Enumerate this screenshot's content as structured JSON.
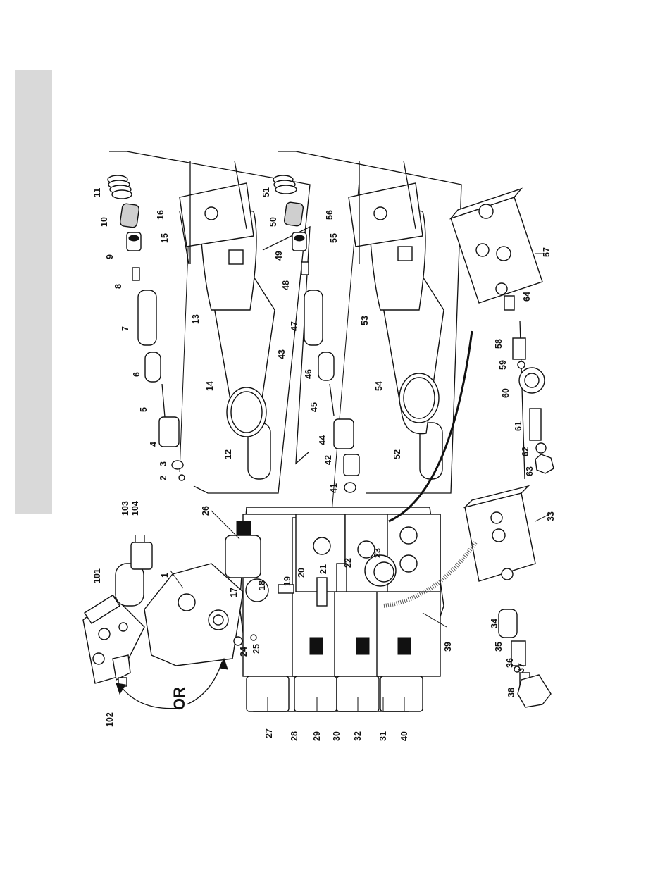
{
  "labels": {
    "p1": "1",
    "p2": "2",
    "p3": "3",
    "p4": "4",
    "p5": "5",
    "p6": "6",
    "p7": "7",
    "p8": "8",
    "p9": "9",
    "p10": "10",
    "p11": "11",
    "p12": "12",
    "p13": "13",
    "p14": "14",
    "p15": "15",
    "p16": "16",
    "p17": "17",
    "p18": "18",
    "p19": "19",
    "p20": "20",
    "p21": "21",
    "p22": "22",
    "p23": "23",
    "p24": "24",
    "p25": "25",
    "p26": "26",
    "p27": "27",
    "p28": "28",
    "p29": "29",
    "p30": "30",
    "p31": "31",
    "p32": "32",
    "p33": "33",
    "p34": "34",
    "p35": "35",
    "p36": "36",
    "p37": "37",
    "p38": "38",
    "p39": "39",
    "p40": "40",
    "p41": "41",
    "p42": "42",
    "p43": "43",
    "p44": "44",
    "p45": "45",
    "p46": "46",
    "p47": "47",
    "p48": "48",
    "p49": "49",
    "p50": "50",
    "p51": "51",
    "p52": "52",
    "p53": "53",
    "p54": "54",
    "p55": "55",
    "p56": "56",
    "p57": "57",
    "p58": "58",
    "p59": "59",
    "p60": "60",
    "p61": "61",
    "p62": "62",
    "p63": "63",
    "p64": "64",
    "p101": "101",
    "p102": "102",
    "p103": "103",
    "p104": "104",
    "or": "OR"
  }
}
